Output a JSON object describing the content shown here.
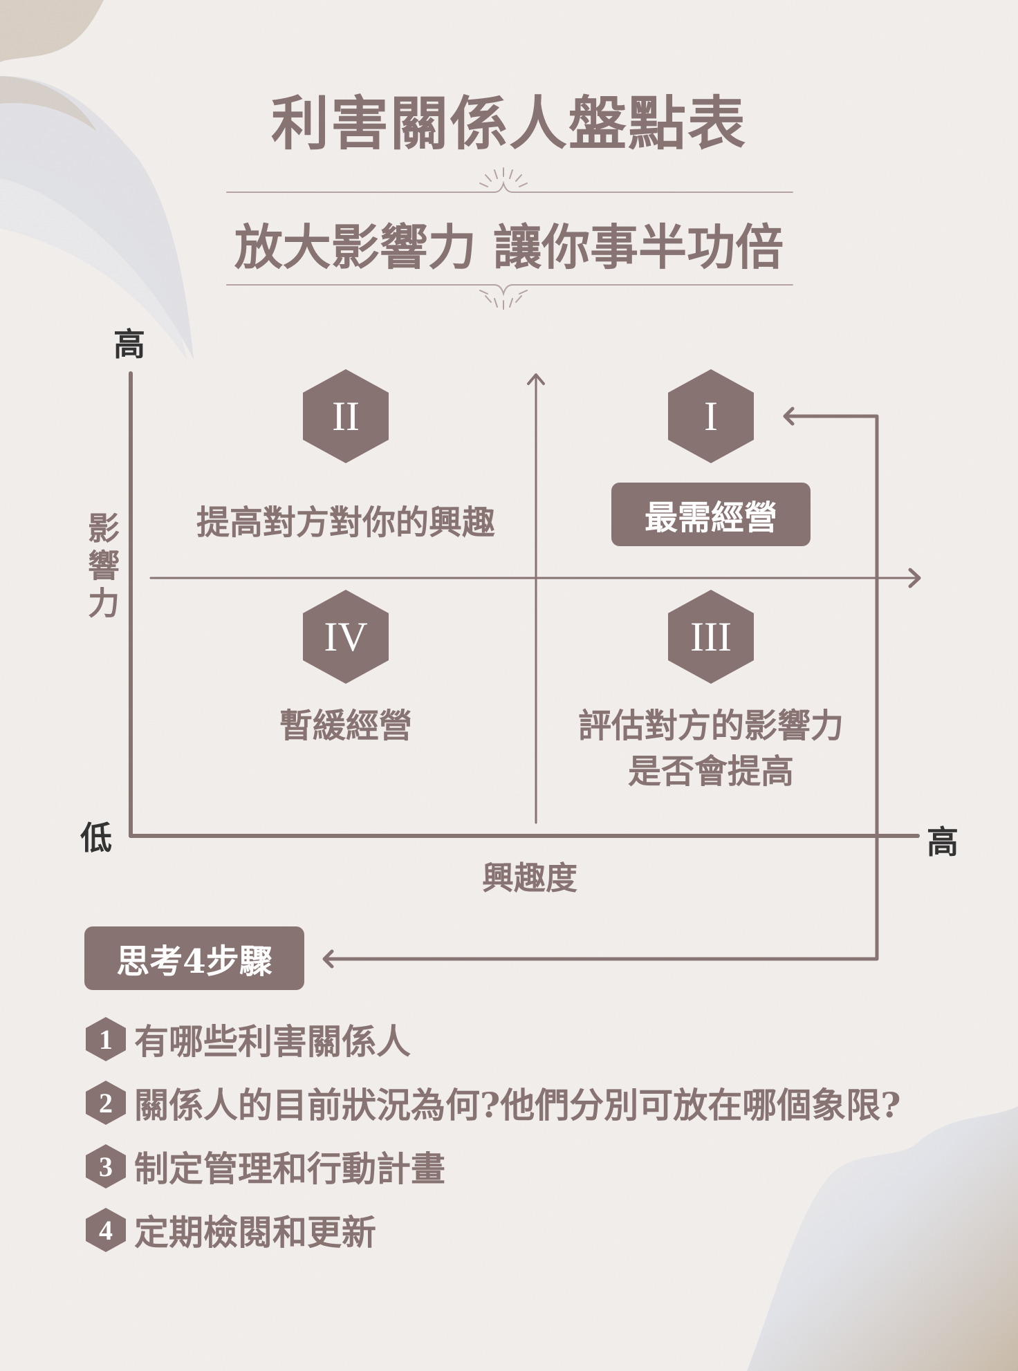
{
  "header": {
    "title": "利害關係人盤點表",
    "subtitle": "放大影響力 讓你事半功倍"
  },
  "matrix": {
    "y_axis": {
      "label": "影響力",
      "high": "高",
      "low": "低"
    },
    "x_axis": {
      "label": "興趣度",
      "high": "高"
    },
    "quadrants": [
      {
        "numeral": "I",
        "label": "最需經營",
        "style": "pill"
      },
      {
        "numeral": "II",
        "label": "提高對方對你的興趣",
        "style": "text"
      },
      {
        "numeral": "III",
        "label_lines": [
          "評估對方的影響力",
          "是否會提高"
        ],
        "style": "text"
      },
      {
        "numeral": "IV",
        "label": "暫緩經營",
        "style": "text"
      }
    ]
  },
  "steps": {
    "heading": "思考4步驟",
    "items": [
      {
        "num": "1",
        "text": "有哪些利害關係人"
      },
      {
        "num": "2",
        "text": "關係人的目前狀況為何?他們分別可放在哪個象限?"
      },
      {
        "num": "3",
        "text": "制定管理和行動計畫"
      },
      {
        "num": "4",
        "text": "定期檢閱和更新"
      }
    ]
  },
  "colors": {
    "accent": "#887373",
    "background": "#efebe8",
    "axis_end_labels": "#333333",
    "on_accent_text": "#ffffff"
  }
}
